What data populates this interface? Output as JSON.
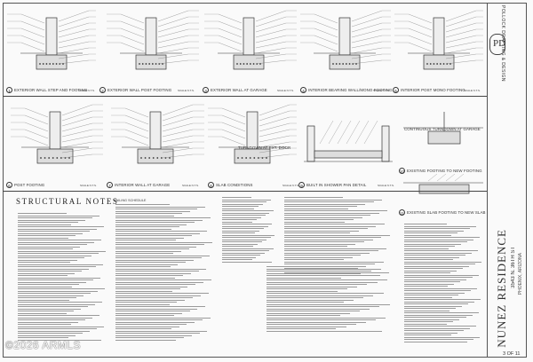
{
  "watermark": "©2026 ARMLS",
  "details": [
    {
      "n": "1",
      "label": "EXTERIOR WALL STEP AND FOOTING"
    },
    {
      "n": "2",
      "label": "EXTERIOR WALL POST FOOTING"
    },
    {
      "n": "3",
      "label": "EXTERIOR WALL AT GARAGE"
    },
    {
      "n": "4",
      "label": "INTERIOR BEARING WALL/MONO FOOTING"
    },
    {
      "n": "5",
      "label": "INTERIOR POST MONO FOOTING"
    },
    {
      "n": "6",
      "label": "POST FOOTING"
    },
    {
      "n": "7",
      "label": "INTERIOR WALL AT GARAGE"
    },
    {
      "n": "8",
      "label": "SLAB CONDITIONS"
    },
    {
      "n": "9",
      "label": "BUILT IN SHOWER PAN DETAIL"
    },
    {
      "n": "10",
      "label": "EXISTING FOOTING TO NEW FOOTING"
    },
    {
      "n": "11",
      "label": "EXISTING SLAB FOOTING TO NEW SLAB"
    }
  ],
  "mid_labels": {
    "thickened": "TURNDOWN AT EXT. DOOR",
    "turndown_garage": "CONTINUOUS TURNDOWN AT GARAGE"
  },
  "scale_text": "SCALE N.T.S.",
  "notes": {
    "title": "STRUCTURAL NOTES",
    "schedule_title": "NAILING SCHEDULE"
  },
  "title_block": {
    "brand": "POLLOCK DRAFTING & DESIGN",
    "logo": "PD",
    "project": "NUNEZ RESIDENCE",
    "address": "3543 N. 36TH ST",
    "city": "PHOENIX, ARIZONA",
    "sheet": "3 OF 11"
  }
}
